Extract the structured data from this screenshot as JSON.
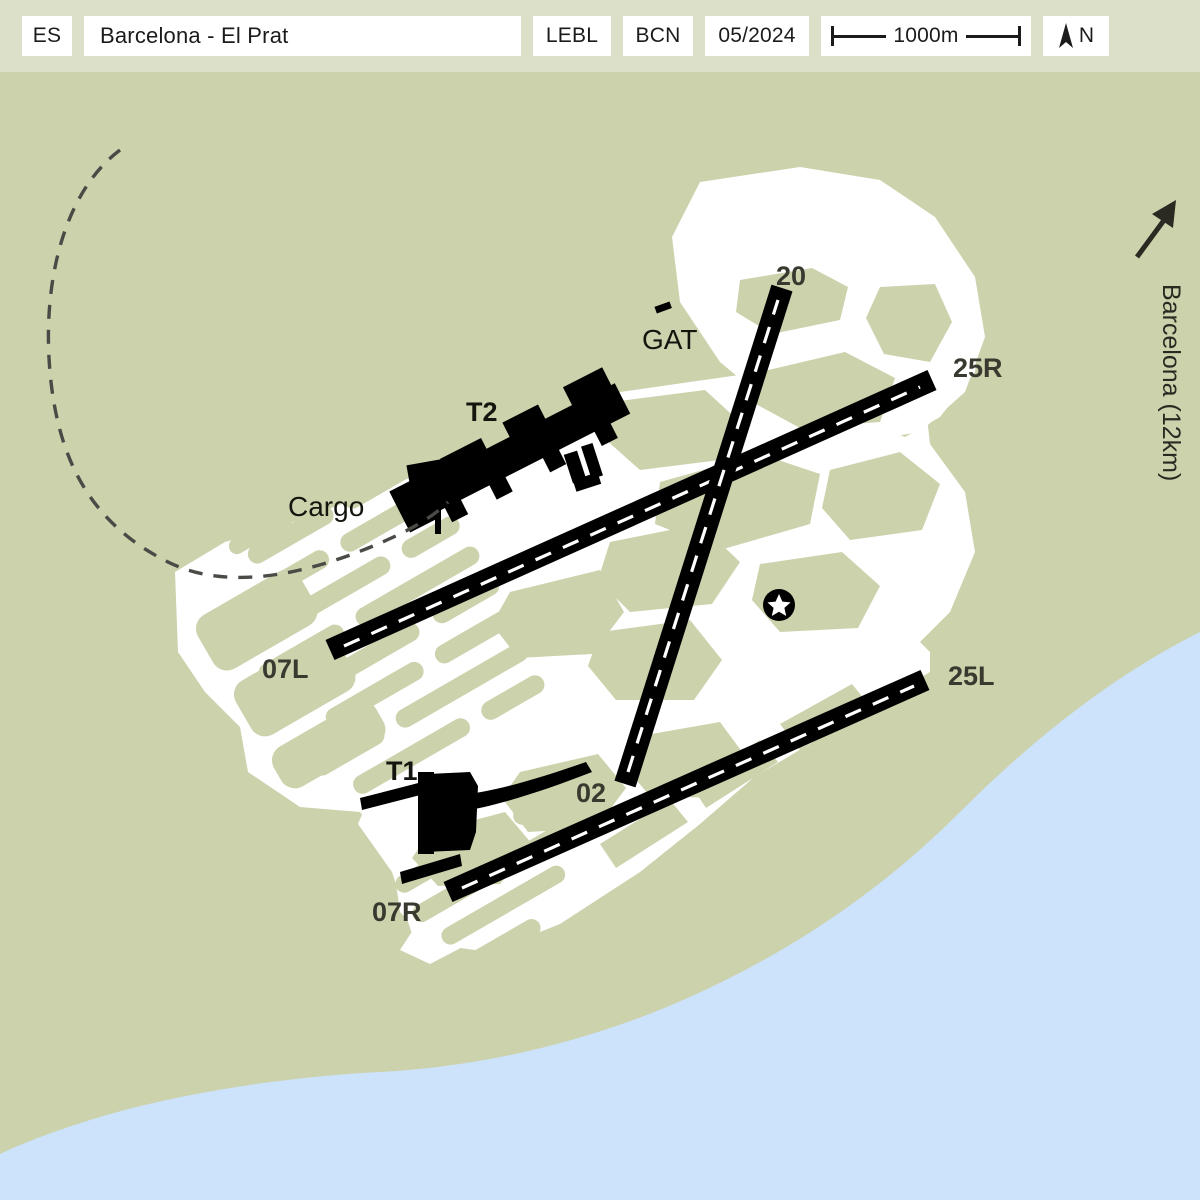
{
  "header": {
    "country_code": "ES",
    "airport_name": "Barcelona - El Prat",
    "icao": "LEBL",
    "iata": "BCN",
    "date": "05/2024",
    "scale_label": "1000m",
    "north_label": "N",
    "scale_icon": "scale-bar-icon",
    "north_icon": "north-arrow-icon"
  },
  "map": {
    "city_direction": {
      "label": "Barcelona (12km)",
      "icon": "direction-arrow-icon"
    },
    "reference_point": {
      "icon": "star-marker-icon"
    },
    "terminals": [
      {
        "id": "t2",
        "label": "T2"
      },
      {
        "id": "t1",
        "label": "T1"
      },
      {
        "id": "gat",
        "label": "GAT"
      },
      {
        "id": "cargo",
        "label": "Cargo"
      }
    ],
    "runway_ends": [
      {
        "id": "07l",
        "label": "07L"
      },
      {
        "id": "25r",
        "label": "25R"
      },
      {
        "id": "07r",
        "label": "07R"
      },
      {
        "id": "25l",
        "label": "25L"
      },
      {
        "id": "02",
        "label": "02"
      },
      {
        "id": "20",
        "label": "20"
      }
    ],
    "colors": {
      "land": "#ccd2ac",
      "header_band": "#dde0c8",
      "water": "#cde2fb",
      "apron": "#ffffff",
      "island": "#ccd2ac",
      "runway": "#000000",
      "centerline": "#ffffff",
      "building": "#000000",
      "access_road": "#4a4a46"
    }
  }
}
